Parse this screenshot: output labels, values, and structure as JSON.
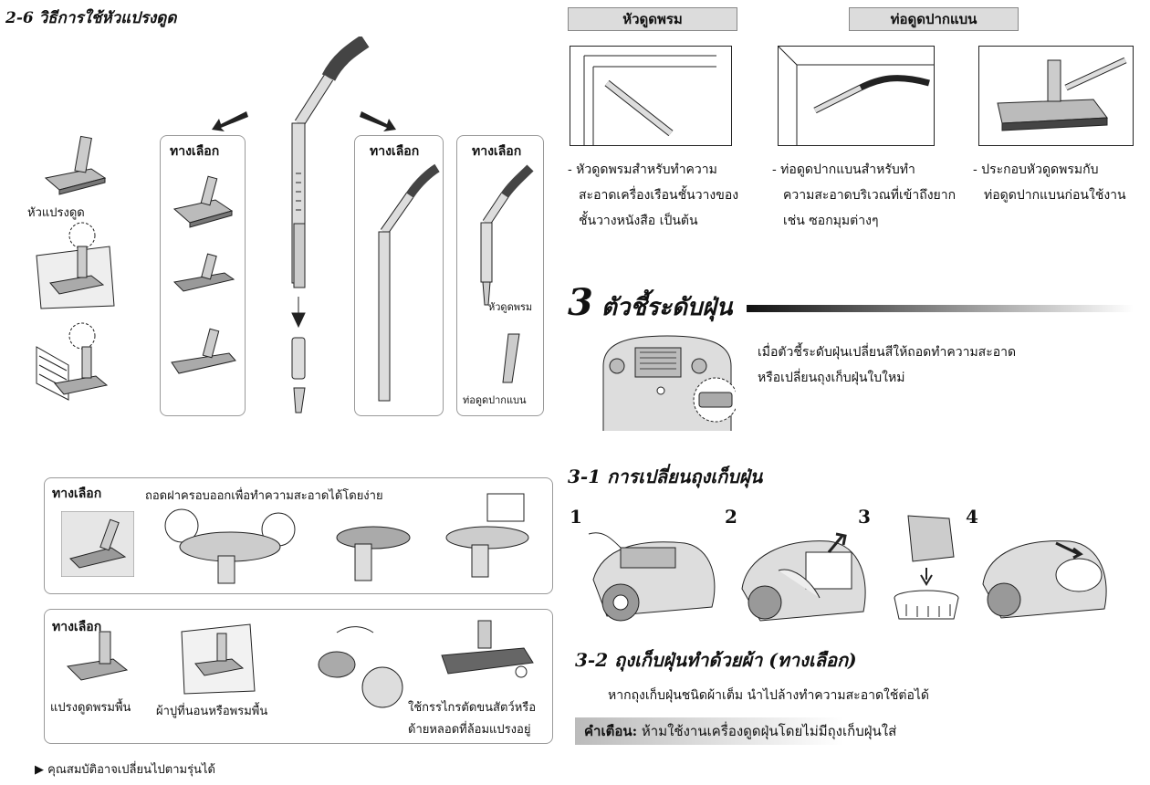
{
  "section_2_6": {
    "title": "2-6 วิธีการใช้หัวแปรงดูด",
    "brush_label": "หัวแปรงดูด",
    "option_label": "ทางเลือก",
    "nozzle_label": "หัวดูดพรม",
    "crevice_label": "ท่อดูดปากแบน",
    "box1_caption": "ถอดฝาครอบออกเพื่อทำความสะอาดได้โดยง่าย",
    "box2_caption_floor": "แปรงดูดพรมพื้น",
    "box2_caption_bed": "ผ้าปูที่นอนหรือพรมพื้น",
    "box2_caption_scissors_1": "ใช้กรรไกรตัดขนสัตว์หรือ",
    "box2_caption_scissors_2": "ด้ายหลอดที่ล้อมแปรงอยู่",
    "footnote": "▶ คุณสมบัติอาจเปลี่ยนไปตามรุ่นได้"
  },
  "accessories": {
    "tab_nozzle": "หัวดูดพรม",
    "tab_crevice": "ท่อดูดปากแบน",
    "items": [
      {
        "l1": "- หัวดูดพรมสำหรับทำความ",
        "l2": "สะอาดเครื่องเรือนชั้นวางของ",
        "l3": "ชั้นวางหนังสือ เป็นต้น"
      },
      {
        "l1": "- ท่อดูดปากแบนสำหรับทำ",
        "l2": "ความสะอาดบริเวณที่เข้าถึงยาก",
        "l3": "เช่น ซอกมุมต่างๆ"
      },
      {
        "l1": "- ประกอบหัวดูดพรมกับ",
        "l2": "ท่อดูดปากแบนก่อนใช้งาน",
        "l3": ""
      }
    ]
  },
  "section_3": {
    "number": "3",
    "title": "ตัวชี้ระดับฝุ่น",
    "text1": "เมื่อตัวชี้ระดับฝุ่นเปลี่ยนสีให้ถอดทำความสะอาด",
    "text2": "หรือเปลี่ยนถุงเก็บฝุ่นใบใหม่"
  },
  "section_3_1": {
    "title": "3-1 การเปลี่ยนถุงเก็บฝุ่น",
    "steps": [
      "1",
      "2",
      "3",
      "4"
    ]
  },
  "section_3_2": {
    "title": "3-2 ถุงเก็บฝุ่นทำด้วยผ้า (ทางเลือก)",
    "text": "หากถุงเก็บฝุ่นชนิดผ้าเต็ม นำไปล้างทำความสะอาดใช้ต่อได้",
    "warning_label": "คำเตือน:",
    "warning_text": "ห้ามใช้งานเครื่องดูดฝุ่นโดยไม่มีถุงเก็บฝุ่นใส่"
  }
}
